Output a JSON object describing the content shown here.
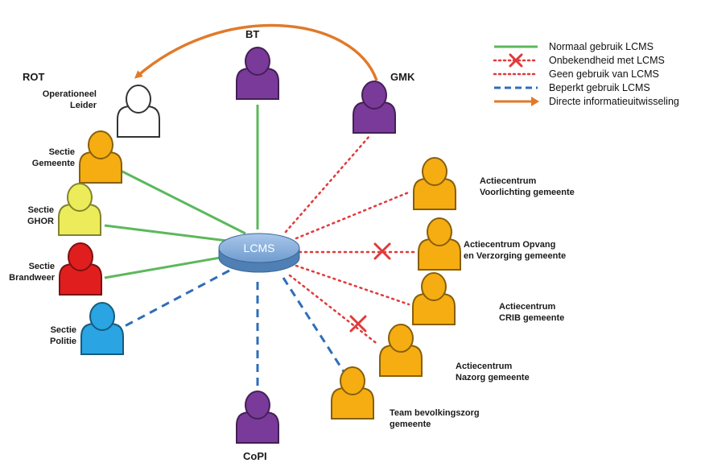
{
  "hub": {
    "label": "LCMS"
  },
  "groups": {
    "rot": "ROT",
    "bt": "BT",
    "gmk": "GMK",
    "copi": "CoPI"
  },
  "people": {
    "operationeel": {
      "lines": [
        "Operationeel",
        "Leider"
      ],
      "color": "#ffffff"
    },
    "gemeente": {
      "lines": [
        "Sectie",
        "Gemeente"
      ],
      "color": "#f5ad12"
    },
    "ghor": {
      "lines": [
        "Sectie",
        "GHOR"
      ],
      "color": "#ecec5a"
    },
    "brandweer": {
      "lines": [
        "Sectie",
        "Brandweer"
      ],
      "color": "#e01e1e"
    },
    "politie": {
      "lines": [
        "Sectie",
        "Politie"
      ],
      "color": "#2aa4e2"
    },
    "bt": {
      "color": "#7a3a9a"
    },
    "gmk": {
      "color": "#7a3a9a"
    },
    "copi": {
      "color": "#7a3a9a"
    },
    "voorlichting": {
      "lines": [
        "Actiecentrum",
        "Voorlichting gemeente"
      ],
      "color": "#f5ad12"
    },
    "opvang": {
      "lines": [
        "Actiecentrum Opvang",
        "en Verzorging gemeente"
      ],
      "color": "#f5ad12"
    },
    "crib": {
      "lines": [
        "Actiecentrum",
        "CRIB gemeente"
      ],
      "color": "#f5ad12"
    },
    "nazorg": {
      "lines": [
        "Actiecentrum",
        "Nazorg gemeente"
      ],
      "color": "#f5ad12"
    },
    "team": {
      "lines": [
        "Team bevolkingszorg",
        "gemeente"
      ],
      "color": "#f5ad12"
    }
  },
  "legend": [
    {
      "label": "Normaal gebruik LCMS",
      "style": "solid",
      "color": "#5cb85c"
    },
    {
      "label": "Onbekendheid met LCMS",
      "style": "dotted-x",
      "color": "#e03a3a"
    },
    {
      "label": "Geen gebruik van LCMS",
      "style": "dotted",
      "color": "#e03a3a"
    },
    {
      "label": "Beperkt gebruik LCMS",
      "style": "dashed",
      "color": "#2f6db8"
    },
    {
      "label": "Directe informatieuitwisseling",
      "style": "arrow",
      "color": "#e07a2a"
    }
  ],
  "colors": {
    "green": "#5cb85c",
    "red": "#e03a3a",
    "blue": "#2f6db8",
    "orange": "#e07a2a",
    "hub": "#7aa6d6"
  }
}
